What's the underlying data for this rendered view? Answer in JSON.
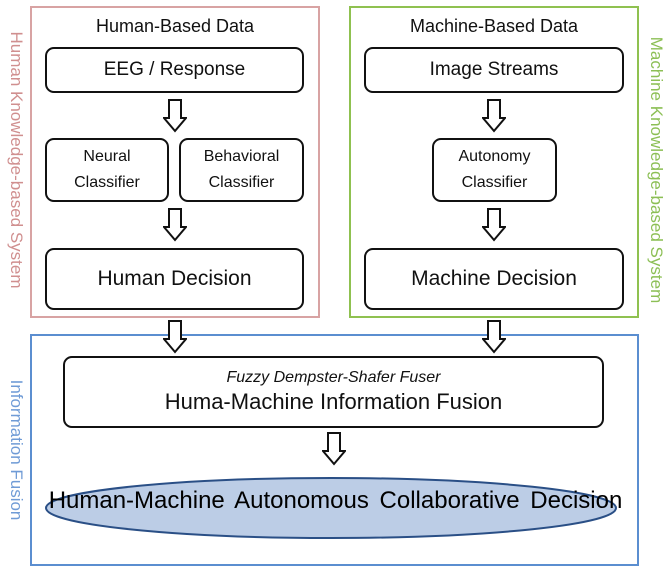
{
  "human_panel": {
    "title": "Human-Based Data",
    "side_label": "Human Knowledge-based System",
    "border_color": "#d8a3a3",
    "eeg_box": "EEG / Response",
    "neural_line1": "Neural",
    "neural_line2": "Classifier",
    "behavioral_line1": "Behavioral",
    "behavioral_line2": "Classifier",
    "decision_box": "Human Decision"
  },
  "machine_panel": {
    "title": "Machine-Based Data",
    "side_label": "Machine Knowledge-based System",
    "border_color": "#8fc150",
    "image_box": "Image Streams",
    "autonomy_line1": "Autonomy",
    "autonomy_line2": "Classifier",
    "decision_box": "Machine Decision"
  },
  "fusion_panel": {
    "side_label": "Information Fusion",
    "border_color": "#5b8ed0",
    "fuser_subtitle": "Fuzzy Dempster-Shafer Fuser",
    "fuser_title": "Huma-Machine Information Fusion",
    "final_decision": "Human-Machine Autonomous Collaborative Decision",
    "ellipse_color": "#bccde6"
  }
}
